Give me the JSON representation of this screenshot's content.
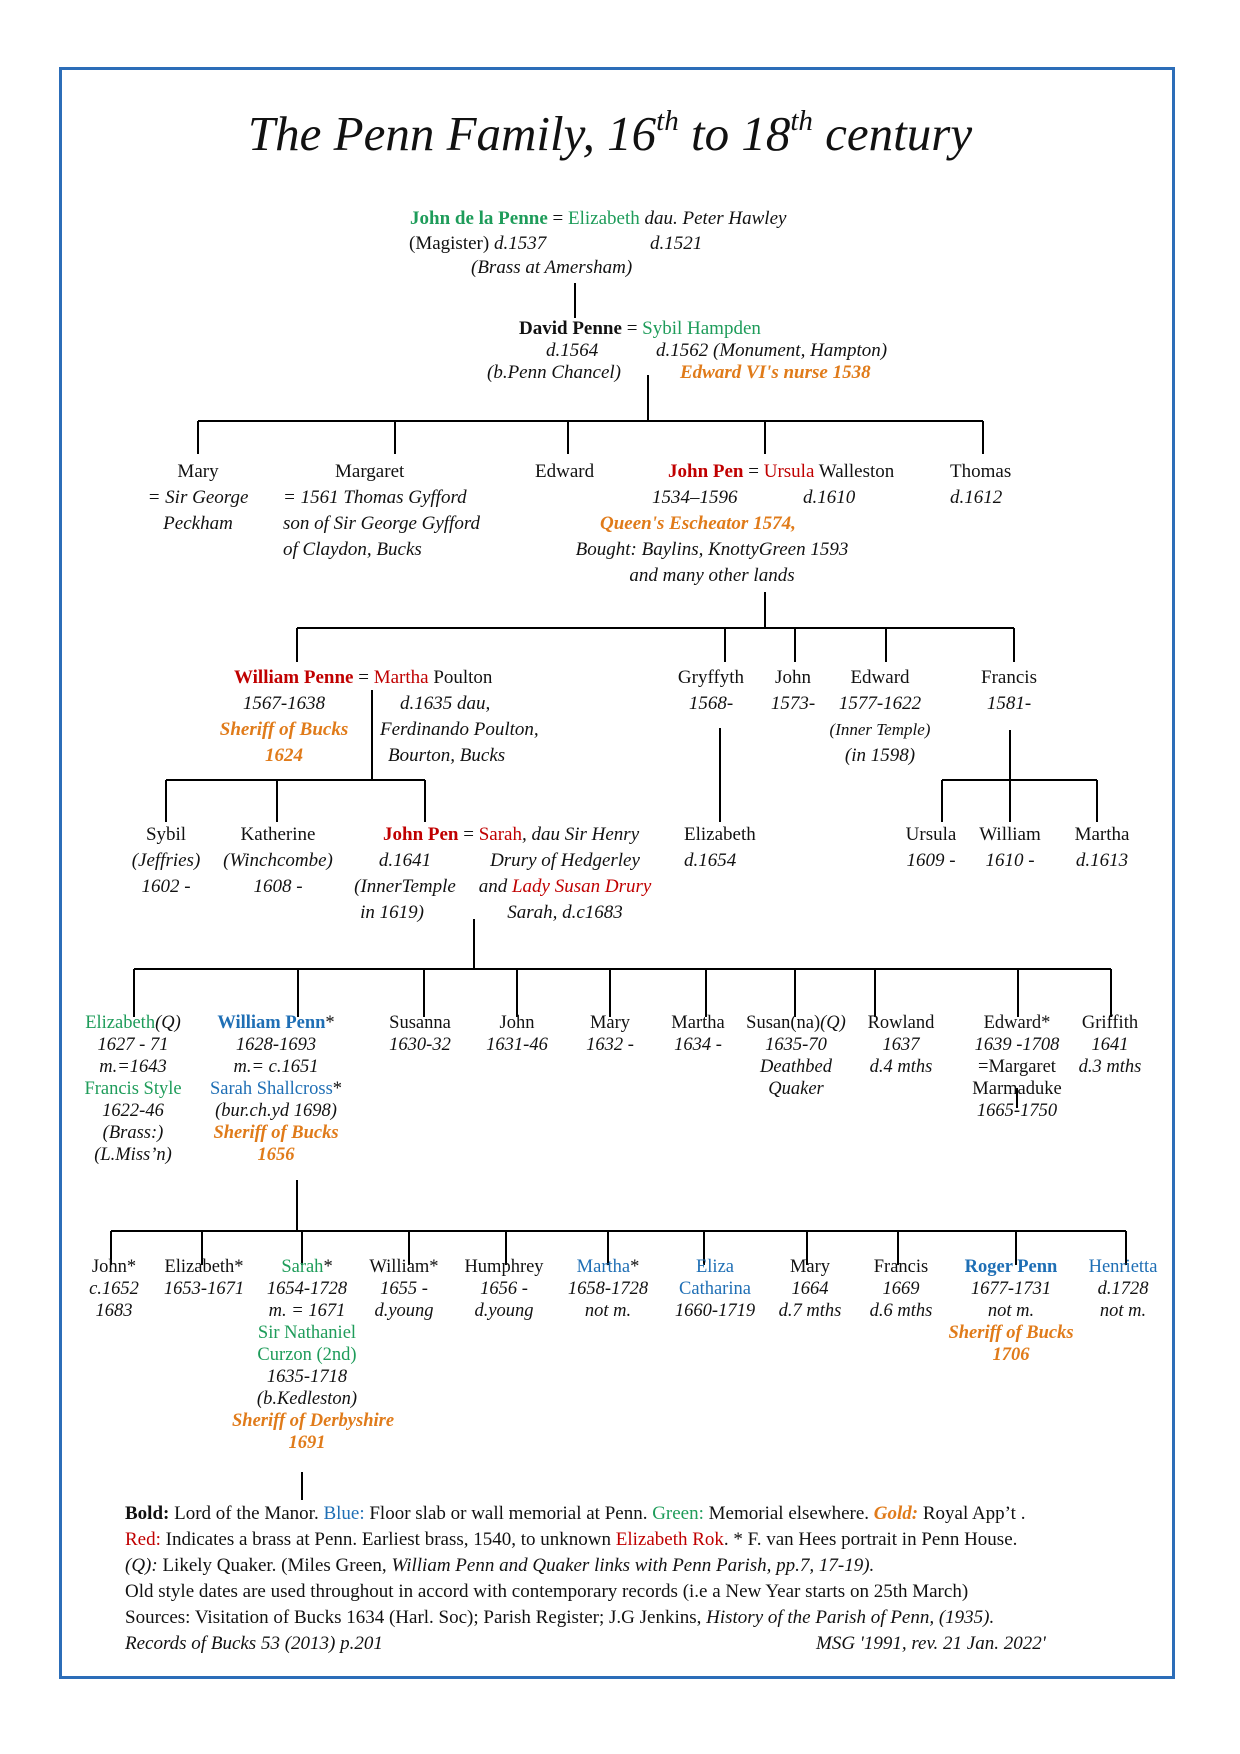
{
  "title": {
    "pre": "The Penn Family, 16",
    "sup1": "th",
    "mid": " to 18",
    "sup2": "th",
    "post": " century"
  },
  "colors": {
    "frame": "#2c6db8",
    "red": "#c00000",
    "green": "#1e9c5a",
    "blue": "#1f6fb5",
    "gold": "#e07b1a"
  },
  "gen1": {
    "john_name": "John de la Penne",
    "eq": " = ",
    "elizabeth_name": "Elizabeth",
    "elizabeth_note": " dau. Peter Hawley",
    "magister": "(Magister) ",
    "john_d": "d.1537",
    "eliz_d": "d.1521",
    "brass": "(Brass at Amersham)"
  },
  "gen2": {
    "david_name": "David Penne",
    "eq": " = ",
    "sybil_name": "Sybil Hampden",
    "david_d": "d.1564",
    "david_note": "(b.Penn Chancel)",
    "sybil_d": "d.1562 (Monument, Hampton)",
    "sybil_gold": "Edward VI's nurse 1538"
  },
  "gen3": {
    "mary": [
      "Mary",
      "= Sir George",
      "Peckham"
    ],
    "margaret": [
      "Margaret",
      "= 1561 Thomas Gyfford",
      "son of Sir George Gyfford",
      "of Claydon, Bucks"
    ],
    "edward": "Edward",
    "john_name": "John Pen",
    "eq": " = ",
    "ursula_name": "Ursula",
    "ursula_surname": " Walleston",
    "john_dates": "1534–1596",
    "ursula_d": "d.1610",
    "john_gold": "Queen's Escheator 1574,",
    "john_lands": [
      "Bought: Baylins, KnottyGreen 1593",
      "and many other lands"
    ],
    "thomas": [
      "Thomas",
      "d.1612"
    ]
  },
  "gen4": {
    "william_name": "William Penne",
    "eq": " = ",
    "martha_name": "Martha",
    "martha_surname": " Poulton",
    "william_dates": "1567-1638",
    "william_gold": [
      "Sheriff of Bucks",
      "1624"
    ],
    "martha_notes": [
      "d.1635  dau,",
      "Ferdinando Poulton,",
      "Bourton, Bucks"
    ],
    "gryffyth": [
      "Gryffyth",
      "1568-"
    ],
    "john": [
      "John",
      "1573-"
    ],
    "edward": [
      "Edward",
      "1577-1622",
      "(Inner Temple)",
      "(in 1598)"
    ],
    "francis": [
      "Francis",
      "1581-"
    ]
  },
  "gen5": {
    "sybil": [
      "Sybil",
      "(Jeffries)",
      "1602 -"
    ],
    "katherine": [
      "Katherine",
      "(Winchcombe)",
      "1608 -"
    ],
    "john_name": "John Pen",
    "eq": " = ",
    "sarah_name": "Sarah",
    "sarah_note": ", dau Sir Henry",
    "john_notes": [
      "d.1641",
      "(InnerTemple",
      "in 1619)"
    ],
    "sarah_line2": "Drury of Hedgerley",
    "sarah_line3_pre": "and ",
    "lady_susan": "Lady Susan Drury",
    "sarah_line4": "Sarah, d.c1683",
    "elizabeth": [
      "Elizabeth",
      "d.1654"
    ],
    "ursula": [
      "Ursula",
      "1609 -"
    ],
    "william": [
      "William",
      "1610 -"
    ],
    "martha": [
      "Martha",
      "d.1613"
    ]
  },
  "gen6": {
    "elizabeth": {
      "name": "Elizabeth",
      "q": "(Q)",
      "lines": [
        "1627 - 71",
        "m.=1643"
      ],
      "spouse": "Francis Style",
      "more": [
        "1622-46",
        "(Brass:)",
        "(L.Miss’n)"
      ]
    },
    "william": {
      "name": "William Penn",
      "star": "*",
      "lines": [
        "1628-1693",
        "m.= c.1651"
      ],
      "spouse": "Sarah Shallcross",
      "spouse_star": "*",
      "bur": "(bur.ch.yd 1698)",
      "gold": [
        "Sheriff of Bucks",
        "1656"
      ]
    },
    "susanna": [
      "Susanna",
      "1630-32"
    ],
    "john": [
      "John",
      "1631-46"
    ],
    "mary": [
      "Mary",
      "1632 -"
    ],
    "martha": [
      "Martha",
      "1634 -"
    ],
    "susan": {
      "name": "Susan(na)",
      "q": "(Q)",
      "lines": [
        "1635-70",
        "Deathbed",
        "Quaker"
      ]
    },
    "rowland": [
      "Rowland",
      "1637",
      "d.4 mths"
    ],
    "edward": {
      "name": "Edward*",
      "lines": [
        "1639 -1708"
      ],
      "eq_margaret": "=Margaret",
      "son": "Marmaduke",
      "son_dates": "1665-1750"
    },
    "griffith": [
      "Griffith",
      "1641",
      "d.3 mths"
    ]
  },
  "gen7": {
    "john": [
      "John*",
      "c.1652",
      "1683"
    ],
    "elizabeth": [
      "Elizabeth*",
      "1653-1671"
    ],
    "sarah": {
      "name": "Sarah",
      "star": "*",
      "lines": [
        "1654-1728",
        "m.  =  1671"
      ],
      "spouse": [
        "Sir Nathaniel",
        "Curzon (2nd)"
      ],
      "spouse_lines": [
        "1635-1718",
        "(b.Kedleston)"
      ],
      "gold": [
        "Sheriff of Derbyshire",
        "1691"
      ]
    },
    "william": [
      "William*",
      "1655 -",
      "d.young"
    ],
    "humphrey": [
      "Humphrey",
      "1656 -",
      "d.young"
    ],
    "martha": {
      "name": "Martha",
      "star": "*",
      "lines": [
        "1658-1728",
        "not m."
      ]
    },
    "eliza": {
      "name": [
        "Eliza",
        "Catharina"
      ],
      "lines": [
        "1660-1719"
      ]
    },
    "mary": [
      "Mary",
      "1664",
      "d.7 mths"
    ],
    "francis": [
      "Francis",
      "1669",
      "d.6 mths"
    ],
    "roger": {
      "name": "Roger Penn",
      "lines": [
        "1677-1731",
        "not m."
      ],
      "gold": [
        "Sheriff of Bucks",
        "1706"
      ]
    },
    "henrietta": {
      "name": "Henrietta",
      "lines": [
        "d.1728",
        "not m."
      ]
    }
  },
  "legend": {
    "bold": "Bold:",
    "bold_text": " Lord of the Manor. ",
    "blue": "Blue:",
    "blue_text": " Floor slab or wall memorial at Penn. ",
    "green": "Green:",
    "green_text": " Memorial elsewhere. ",
    "gold": "Gold:",
    "gold_text": " Royal App’t .",
    "red": "Red:",
    "red_text": " Indicates a brass at Penn. Earliest brass, 1540, to unknown ",
    "rok": "Elizabeth Rok",
    "red_text2": ". * F. van Hees portrait in Penn House.",
    "q": "(Q):",
    "q_text": " Likely Quaker. (Miles Green, ",
    "q_book": "William Penn and Quaker links with Penn Parish, pp.7, 17-19).",
    "old_style": "Old style dates are used throughout in accord with contemporary records (i.e a New Year starts on 25th March)",
    "sources": "Sources: Visitation of Bucks 1634 (Harl. Soc); Parish Register; J.G Jenkins, ",
    "sources_book": "History of the Parish of Penn, (1935).",
    "records": "Records of Bucks 53 (2013) p.201",
    "msg": "MSG '1991, rev. 21 Jan. 2022'"
  }
}
